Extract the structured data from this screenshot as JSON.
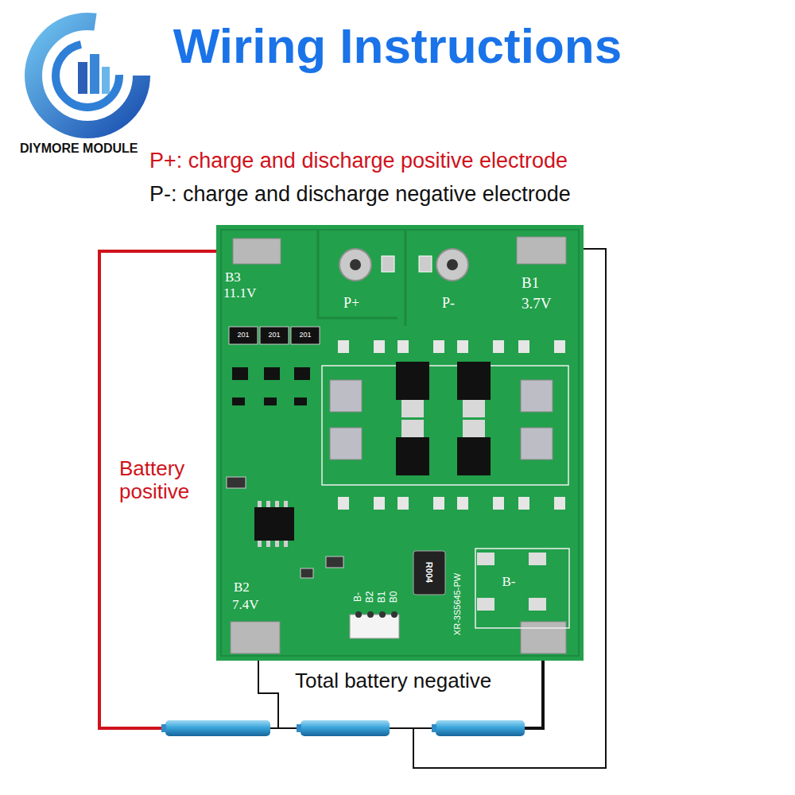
{
  "diagram": {
    "title": "Wiring Instructions",
    "labels": [
      "DIYMORE MODULE",
      "P+: charge and discharge positive electrode",
      "P-: charge and discharge negative electrode",
      "B3",
      "11.1V",
      "P+",
      "P-",
      "B1",
      "3.7V",
      "201",
      "201",
      "201",
      "B2",
      "7.4V",
      "B-",
      "B2",
      "B1",
      "B0",
      "R004",
      "XR-3S5645-PW",
      "B-",
      "Battery positive",
      "Total battery negative"
    ]
  }
}
